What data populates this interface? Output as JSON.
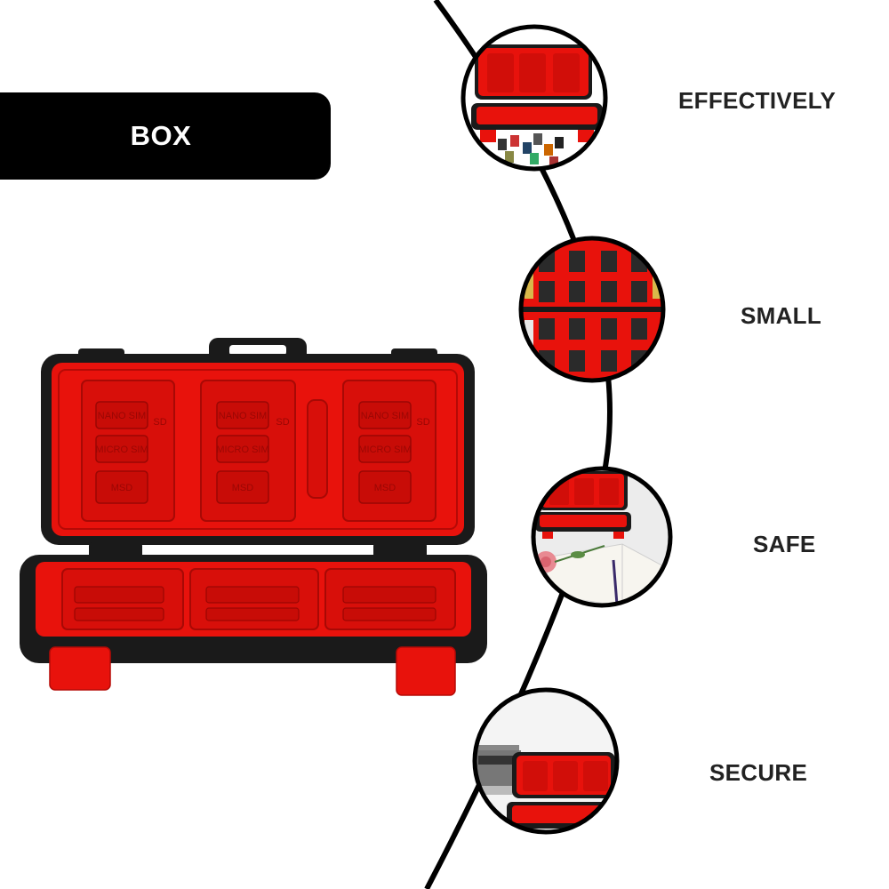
{
  "banner": {
    "label": "BOX"
  },
  "features": [
    {
      "label": "EFFECTIVELY"
    },
    {
      "label": "SMALL"
    },
    {
      "label": "SAFE"
    },
    {
      "label": "SECURE"
    }
  ],
  "case_slots": {
    "column_labels": [
      "NANO SIM",
      "MICRO SIM",
      "MSD"
    ],
    "side_label": "SD"
  },
  "colors": {
    "case_red": "#e8120c",
    "case_black": "#1a1a1a",
    "banner": "#000000"
  }
}
